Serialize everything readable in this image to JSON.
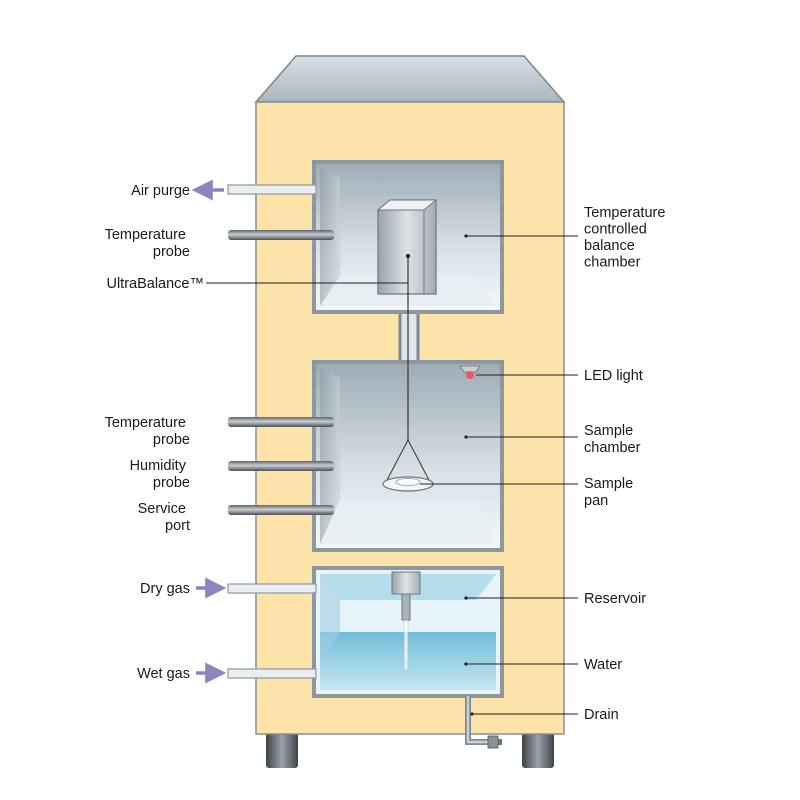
{
  "labels": {
    "left": {
      "air_purge": "Air purge",
      "temperature_probe_top": [
        "Temperature",
        "probe"
      ],
      "ultrabalance": "UltraBalance™",
      "temperature_probe_mid": [
        "Temperature",
        "probe"
      ],
      "humidity_probe": [
        "Humidity",
        "probe"
      ],
      "service_port": [
        "Service",
        "port"
      ],
      "dry_gas": "Dry gas",
      "wet_gas": "Wet gas"
    },
    "right": {
      "balance_chamber": [
        "Temperature",
        "controlled",
        "balance",
        "chamber"
      ],
      "led_light": "LED light",
      "sample_chamber": [
        "Sample",
        "chamber"
      ],
      "sample_pan": [
        "Sample",
        "pan"
      ],
      "reservoir": "Reservoir",
      "water": "Water",
      "drain": "Drain"
    }
  },
  "colors": {
    "cabinet": "#fbe3a9",
    "cabinet_edge": "#8a8c90",
    "roof": "#bcc8d0",
    "chamber_gray": "#aebbc4",
    "water": "#86c9e0",
    "arrow": "#8c84be",
    "led": "#e85a5a"
  }
}
